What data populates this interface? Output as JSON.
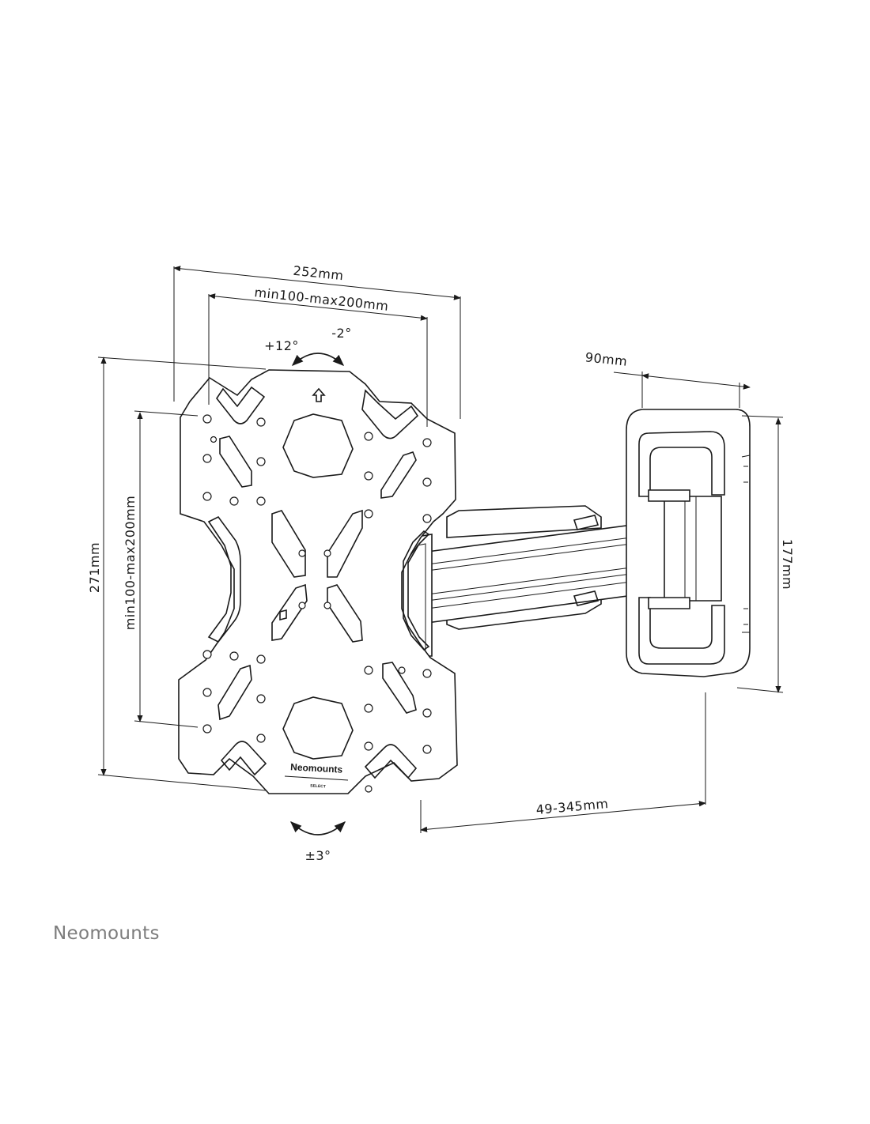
{
  "dimensions": {
    "plate_width": "252mm",
    "vesa_horizontal": "min100-max200mm",
    "plate_height": "271mm",
    "vesa_vertical": "min100-max200mm",
    "wall_plate_width": "90mm",
    "wall_plate_height": "177mm",
    "extension": "49-345mm"
  },
  "tilt": {
    "up": "+12°",
    "down": "-2°",
    "rotation": "±3°"
  },
  "plate_logo": {
    "name": "Neomounts",
    "sub": "SELECT"
  },
  "brand": "Neomounts"
}
